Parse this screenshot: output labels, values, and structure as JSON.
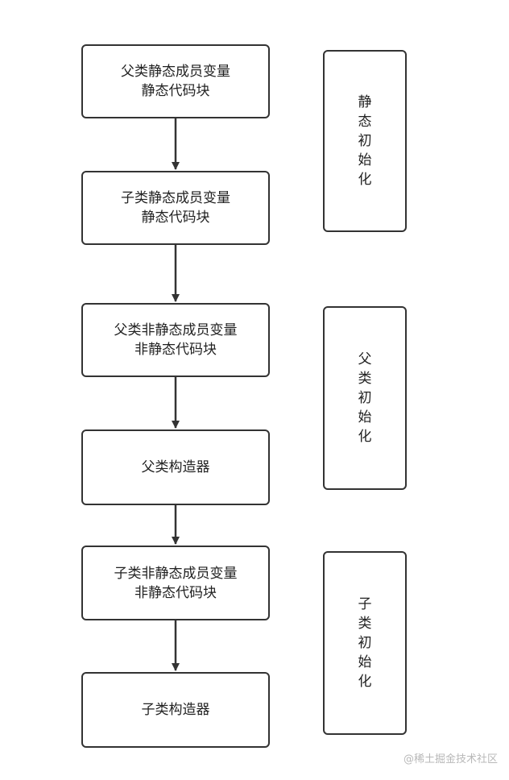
{
  "flow": {
    "steps": [
      {
        "line1": "父类静态成员变量",
        "line2": "静态代码块"
      },
      {
        "line1": "子类静态成员变量",
        "line2": "静态代码块"
      },
      {
        "line1": "父类非静态成员变量",
        "line2": "非静态代码块"
      },
      {
        "line1": "父类构造器",
        "line2": ""
      },
      {
        "line1": "子类非静态成员变量",
        "line2": "非静态代码块"
      },
      {
        "line1": "子类构造器",
        "line2": ""
      }
    ]
  },
  "groups": [
    {
      "label": "静态初始化"
    },
    {
      "label": "父类初始化"
    },
    {
      "label": "子类初始化"
    }
  ],
  "watermark": "@稀土掘金技术社区",
  "colors": {
    "line": "#333333",
    "background": "#ffffff"
  }
}
